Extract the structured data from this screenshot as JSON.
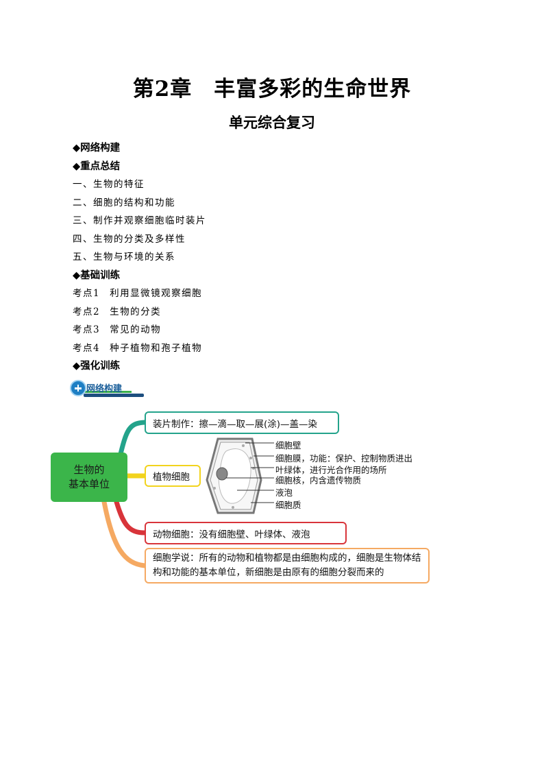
{
  "header": {
    "title": "第2章　丰富多彩的生命世界",
    "subtitle": "单元综合复习"
  },
  "toc": {
    "network_heading": "◆网络构建",
    "summary_heading": "◆重点总结",
    "summary_items": [
      "一、生物的特征",
      "二、细胞的结构和功能",
      "三、制作并观察细胞临时装片",
      "四、生物的分类及多样性",
      "五、生物与环境的关系"
    ],
    "basic_heading": "◆基础训练",
    "exam_points": [
      {
        "label": "考点1",
        "text": "利用显微镜观察细胞"
      },
      {
        "label": "考点2",
        "text": "生物的分类"
      },
      {
        "label": "考点3",
        "text": "常见的动物"
      },
      {
        "label": "考点4",
        "text": "种子植物和孢子植物"
      }
    ],
    "strengthen_heading": "◆强化训练"
  },
  "badge": {
    "label": "网络构建",
    "icon": "plus-circle-icon"
  },
  "mindmap": {
    "root_line1": "生物的",
    "root_line2": "基本单位",
    "branch_slide": "装片制作：擦—滴—取—展(涂)—盖—染",
    "branch_plant": "植物细胞",
    "branch_animal": "动物细胞：没有细胞壁、叶绿体、液泡",
    "branch_theory": "细胞学说：所有的动物和植物都是由细胞构成的，细胞是生物体结构和功能的基本单位，新细胞是由原有的细胞分裂而来的",
    "cell_labels": [
      "细胞壁",
      "细胞膜，功能：保护、控制物质进出",
      "叶绿体，进行光合作用的场所",
      "细胞核，内含遗传物质",
      "液泡",
      "细胞质"
    ],
    "colors": {
      "root": "#3bb54a",
      "slide": "#23a38b",
      "plant": "#f2d31d",
      "animal": "#d8343a",
      "theory": "#f5a962"
    }
  }
}
